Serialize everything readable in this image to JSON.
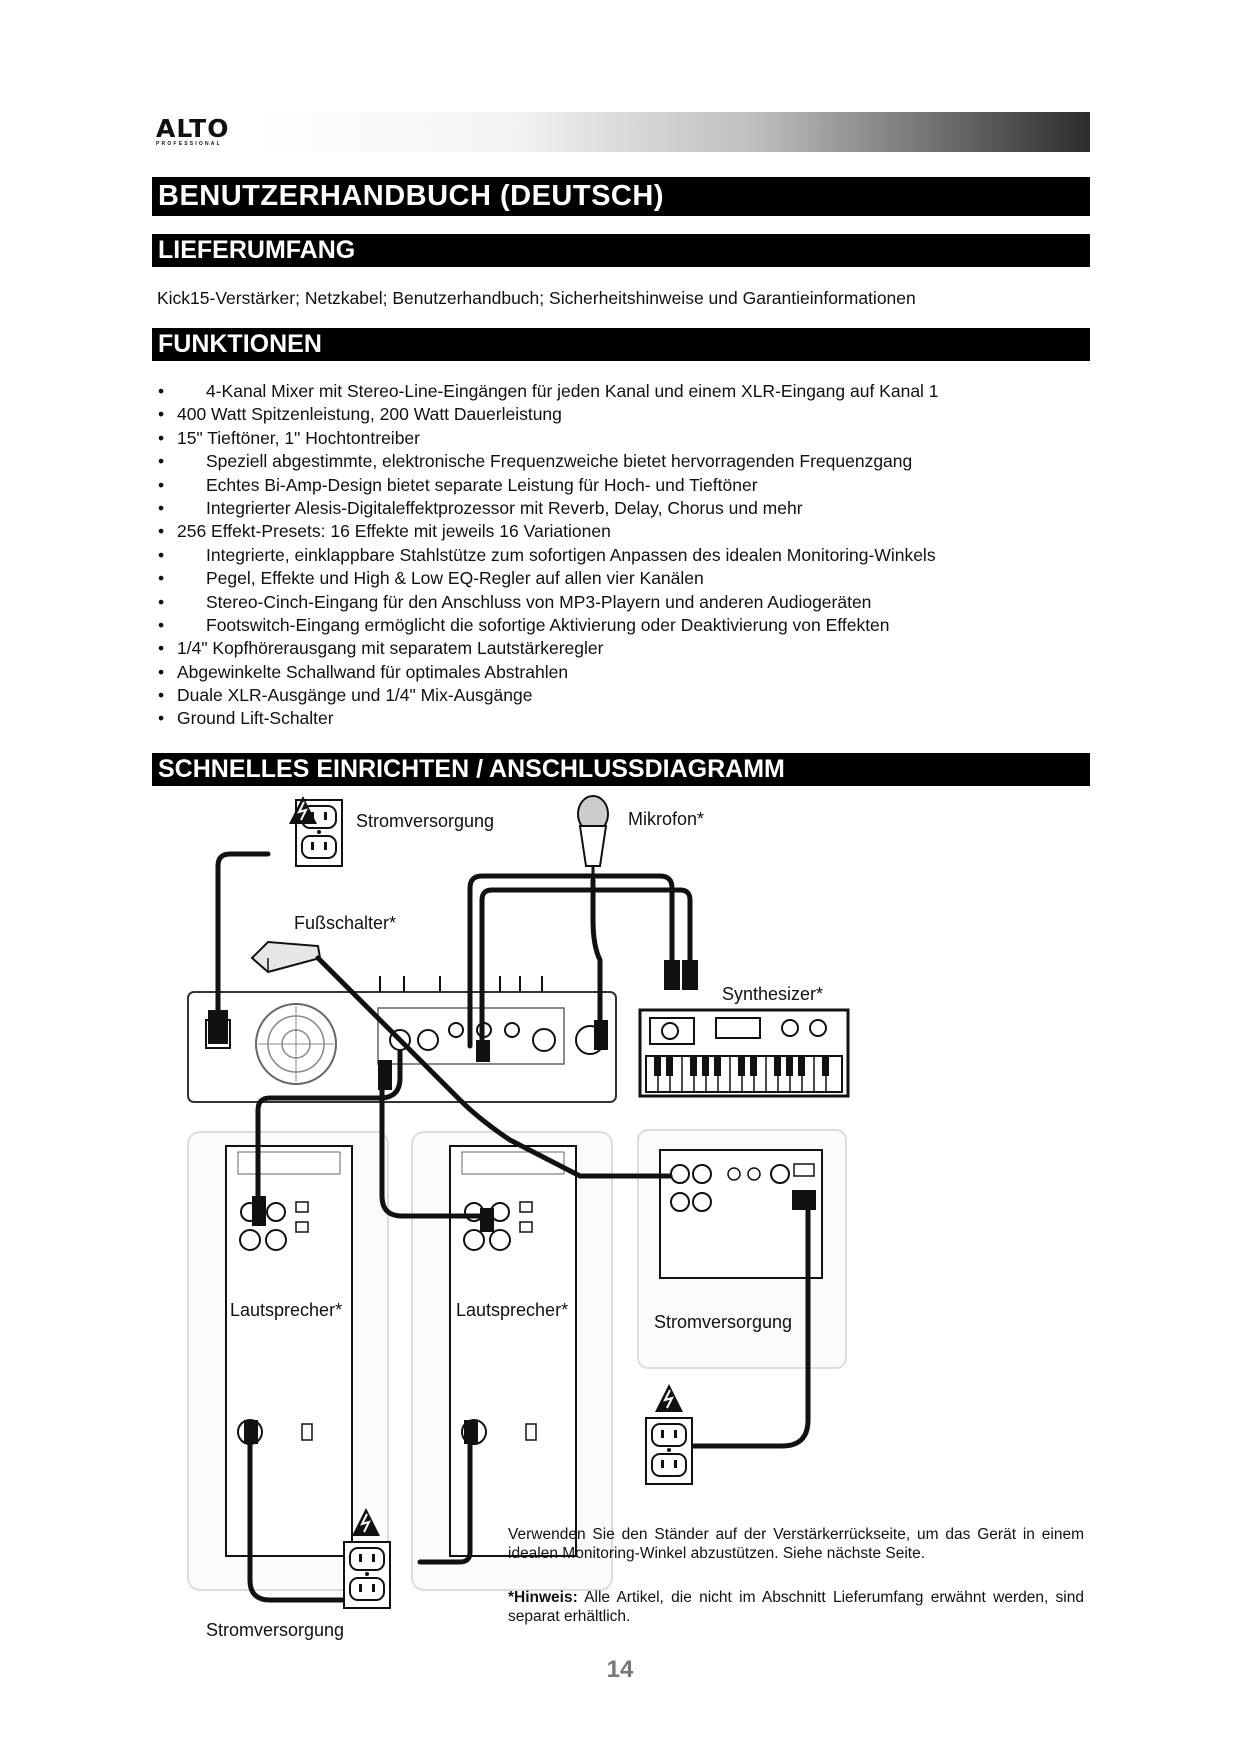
{
  "header": {
    "logo_text": "ALTO",
    "logo_subtext": "PROFESSIONAL"
  },
  "title": "BENUTZERHANDBUCH (DEUTSCH)",
  "sections": {
    "contents_heading": "LIEFERUMFANG",
    "contents_text": "Kick15-Verstärker; Netzkabel; Benutzerhandbuch; Sicherheitshinweise und Garantieinformationen",
    "features_heading": "FUNKTIONEN",
    "setup_heading": "SCHNELLES EINRICHTEN / ANSCHLUSSDIAGRAMM"
  },
  "features": [
    {
      "text": "4-Kanal Mixer mit Stereo-Line-Eingängen für jeden Kanal und einem XLR-Eingang auf Kanal 1",
      "indent": true
    },
    {
      "text": "400 Watt Spitzenleistung, 200 Watt Dauerleistung",
      "indent": false
    },
    {
      "text": "15\" Tieftöner, 1\" Hochtontreiber",
      "indent": false
    },
    {
      "text": "Speziell abgestimmte, elektronische Frequenzweiche bietet hervorragenden Frequenzgang",
      "indent": true
    },
    {
      "text": "Echtes Bi-Amp-Design bietet separate Leistung für Hoch- und Tieftöner",
      "indent": true
    },
    {
      "text": "Integrierter Alesis-Digitaleffektprozessor mit Reverb, Delay, Chorus und mehr",
      "indent": true
    },
    {
      "text": "256 Effekt-Presets: 16 Effekte mit jeweils 16 Variationen",
      "indent": false
    },
    {
      "text": "Integrierte, einklappbare Stahlstütze zum sofortigen Anpassen des idealen Monitoring-Winkels",
      "indent": true
    },
    {
      "text": "Pegel, Effekte und High & Low EQ-Regler auf allen vier Kanälen",
      "indent": true
    },
    {
      "text": "Stereo-Cinch-Eingang für den Anschluss von MP3-Playern und anderen Audiogeräten",
      "indent": true
    },
    {
      "text": "Footswitch-Eingang ermöglicht die sofortige Aktivierung oder Deaktivierung von Effekten",
      "indent": true
    },
    {
      "text": "1/4\" Kopfhörerausgang mit separatem Lautstärkeregler",
      "indent": false
    },
    {
      "text": "Abgewinkelte Schallwand für optimales Abstrahlen",
      "indent": false
    },
    {
      "text": "Duale XLR-Ausgänge und 1/4\" Mix-Ausgänge",
      "indent": false
    },
    {
      "text": "Ground Lift-Schalter",
      "indent": false
    }
  ],
  "diagram_labels": {
    "power_top": "Stromversorgung",
    "microphone": "Mikrofon*",
    "footswitch": "Fußschalter*",
    "synthesizer": "Synthesizer*",
    "speaker_left": "Lautsprecher*",
    "speaker_right": "Lautsprecher*",
    "power_sub": "Stromversorgung",
    "power_bottom": "Stromversorgung"
  },
  "notes": {
    "stand_note": "Verwenden Sie den Ständer auf der Verstärkerrückseite, um das Gerät in einem idealen Monitoring-Winkel abzustützen. Siehe nächste Seite.",
    "hint_label": "*Hinweis:",
    "hint_text": " Alle Artikel, die nicht im Abschnitt Lieferumfang erwähnt werden, sind separat erhältlich."
  },
  "page_number": "14",
  "icons": {
    "warning": "warning-triangle-icon",
    "outlet": "power-outlet-icon"
  }
}
